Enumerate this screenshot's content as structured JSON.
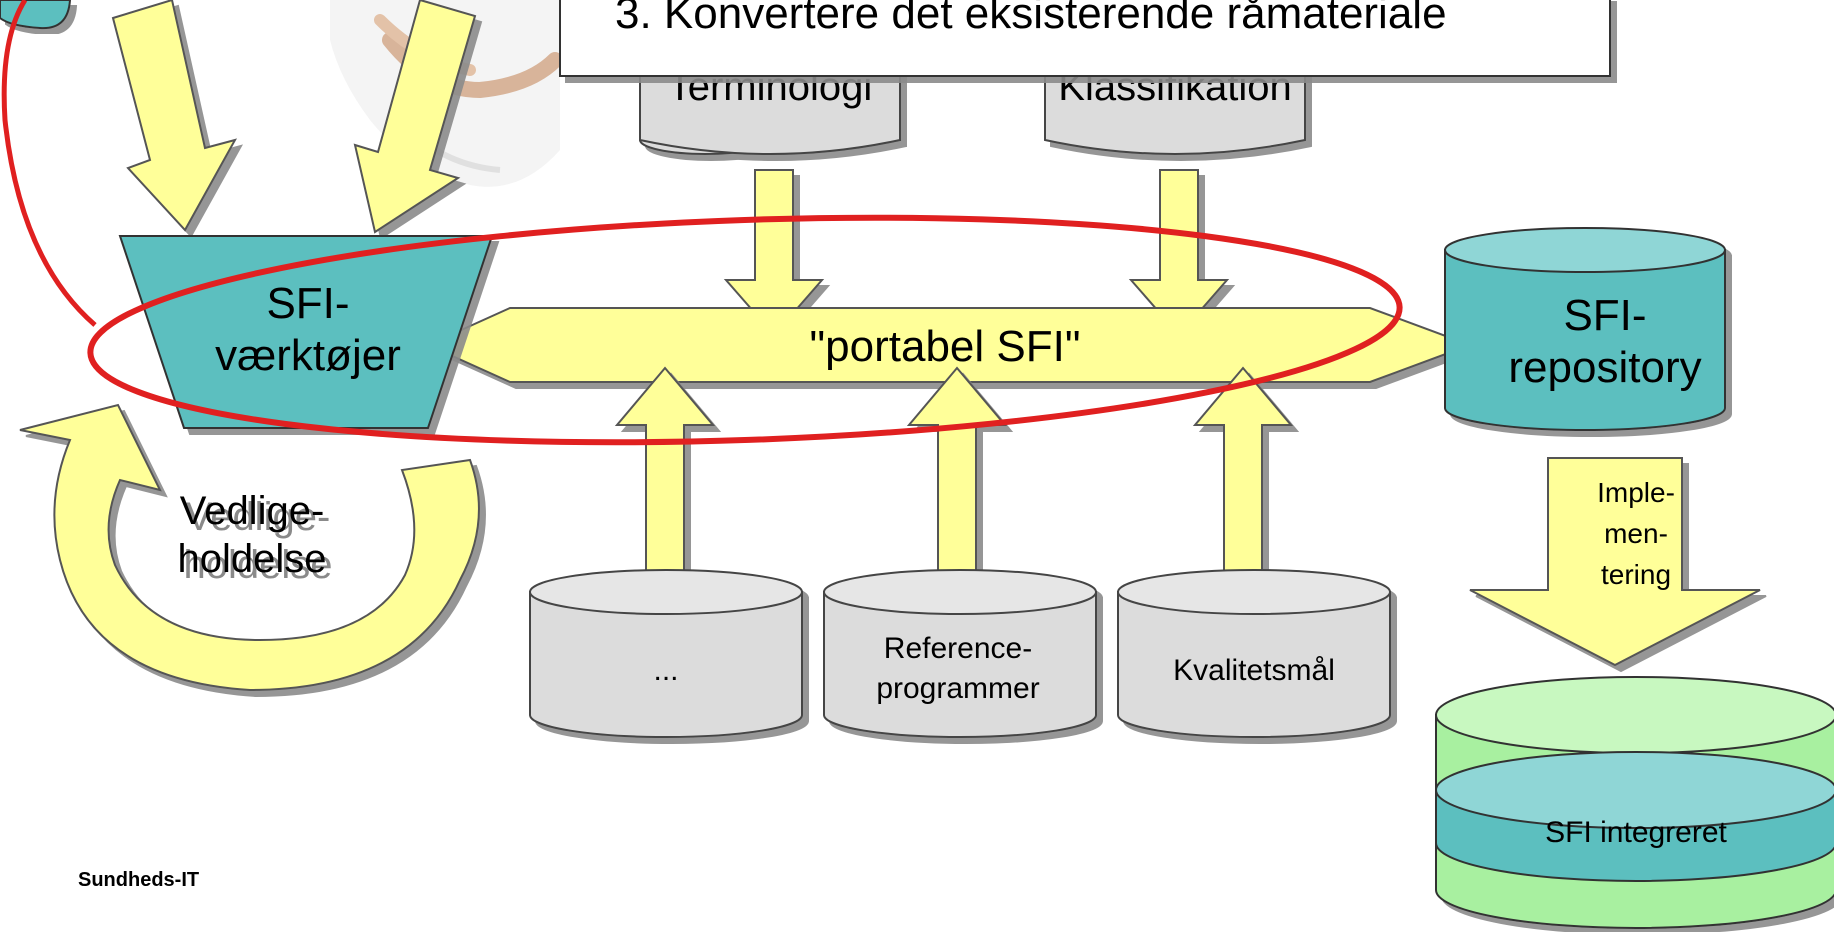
{
  "callout": {
    "text": "3.  Konvertere det eksisterende råmateriale"
  },
  "top_sources": {
    "left_label": "Terminologi",
    "right_label": "Klassifikation"
  },
  "tools": {
    "line1": "SFI-",
    "line2": "værktøjer"
  },
  "center_bar": {
    "label": "\"portabel SFI\""
  },
  "repository": {
    "line1": "SFI-",
    "line2": "repository"
  },
  "maintenance": {
    "line1": "Vedlige-",
    "line2": "holdelse"
  },
  "bottom_sources": {
    "dots": "...",
    "reference_line1": "Reference-",
    "reference_line2": "programmer",
    "quality": "Kvalitetsmål"
  },
  "implementation": {
    "line1": "Imple-",
    "line2": "men-",
    "line3": "tering"
  },
  "integrated": {
    "label": "SFI integreret"
  },
  "footer": {
    "org": "Sundheds-IT"
  },
  "colors": {
    "teal": "#5bbfbf",
    "teal_top": "#8fd6d6",
    "yellow": "#ffff99",
    "grey": "#dcdcdc",
    "green": "#a8f0a0",
    "green_top": "#c8f8c0",
    "red": "#e02020"
  }
}
